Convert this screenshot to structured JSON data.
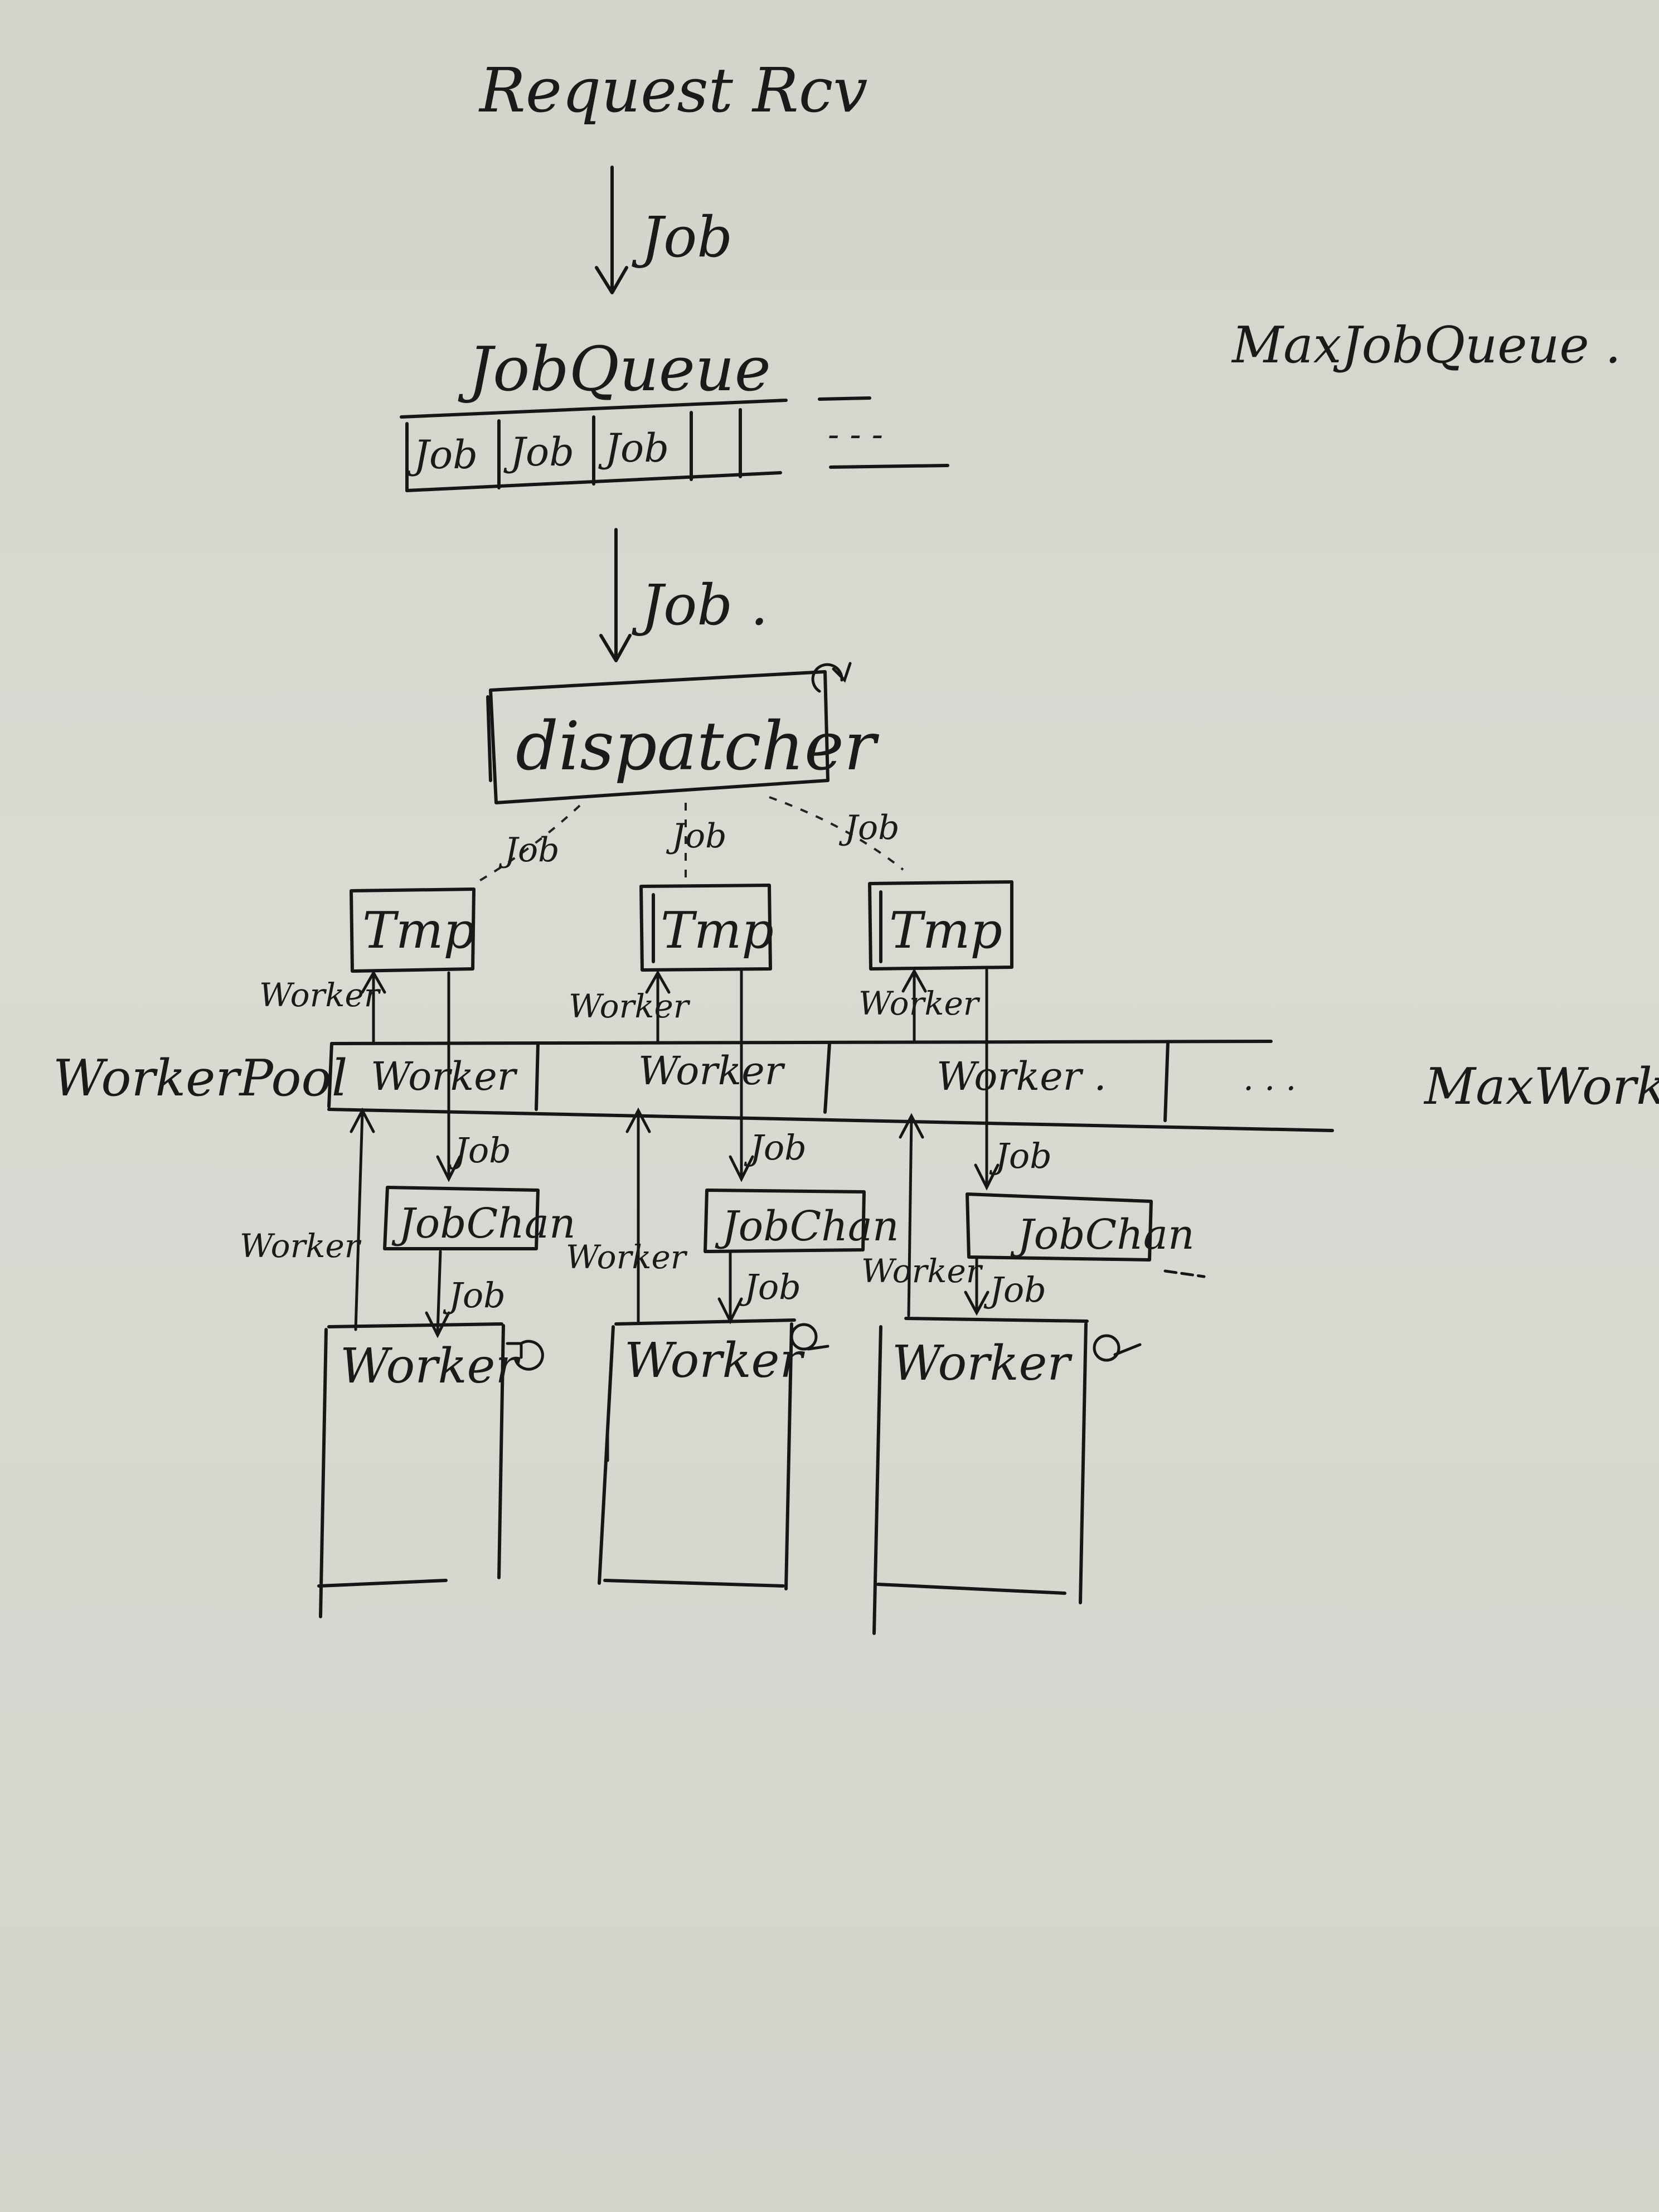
{
  "title": "Request Rcv",
  "edge_job": "Job",
  "job_queue": {
    "label": "JobQueue",
    "slots": [
      "Job",
      "Job",
      "Job"
    ],
    "ellipsis": "- - -",
    "limit_label": "MaxJobQueue ."
  },
  "edge_job_2": "Job .",
  "dispatcher": {
    "label": "dispatcher"
  },
  "dispatch_edges": [
    "Job",
    "Job",
    "Job"
  ],
  "tmp_boxes": [
    "Tmp",
    "Tmp",
    "Tmp"
  ],
  "tmp_worker_edges": [
    "Worker",
    "Worker",
    "Worker"
  ],
  "worker_pool": {
    "label": "WorkerPool",
    "slots": [
      "Worker",
      "Worker",
      "Worker ."
    ],
    "ellipsis": ". . .",
    "limit_label": "MaxWorker"
  },
  "pool_job_edges": [
    "Job",
    "Job",
    "Job"
  ],
  "job_chans": [
    "JobChan",
    "JobChan",
    "JobChan"
  ],
  "chan_job_edges": [
    "Job",
    "Job",
    "Job"
  ],
  "return_worker_edges": [
    "Worker",
    "Worker",
    "Worker"
  ],
  "workers": [
    "Worker",
    "Worker",
    "Worker"
  ]
}
